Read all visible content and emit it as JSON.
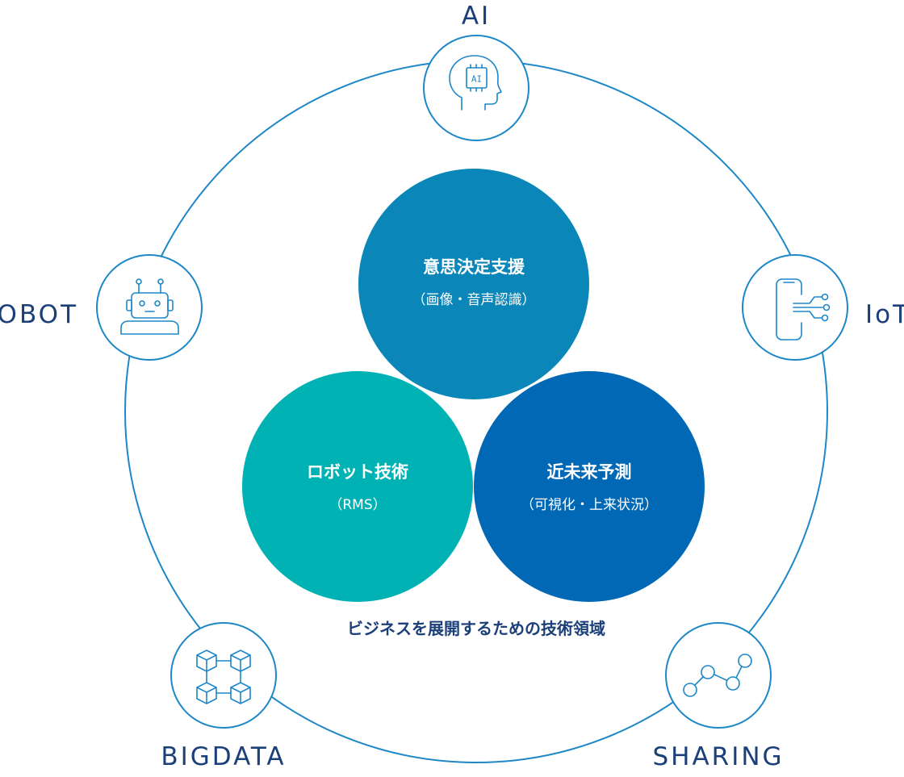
{
  "ring_nodes": {
    "ai": {
      "label": "AI",
      "icon": "ai-head-icon",
      "icon_text": "AI"
    },
    "iot": {
      "label": "IoT",
      "icon": "smartphone-network-icon"
    },
    "sharing": {
      "label": "SHARING",
      "icon": "share-graph-icon"
    },
    "bigdata": {
      "label": "BIGDATA",
      "icon": "cubes-network-icon"
    },
    "robot": {
      "label": "ROBOT",
      "icon": "robot-icon"
    }
  },
  "center": {
    "decision": {
      "title": "意思決定支援",
      "subtitle": "（画像・音声認識）"
    },
    "robotics": {
      "title": "ロボット技術",
      "subtitle": "（RMS）"
    },
    "forecast": {
      "title": "近未来予測",
      "subtitle": "（可視化・上来状況）"
    }
  },
  "caption": "ビジネスを展開するための技術領域",
  "colors": {
    "ring": "#1d87c8",
    "label": "#1b3f78",
    "decision_circle": "#0a86b8",
    "robotics_circle": "#00b2b4",
    "forecast_circle": "#0068b5"
  }
}
